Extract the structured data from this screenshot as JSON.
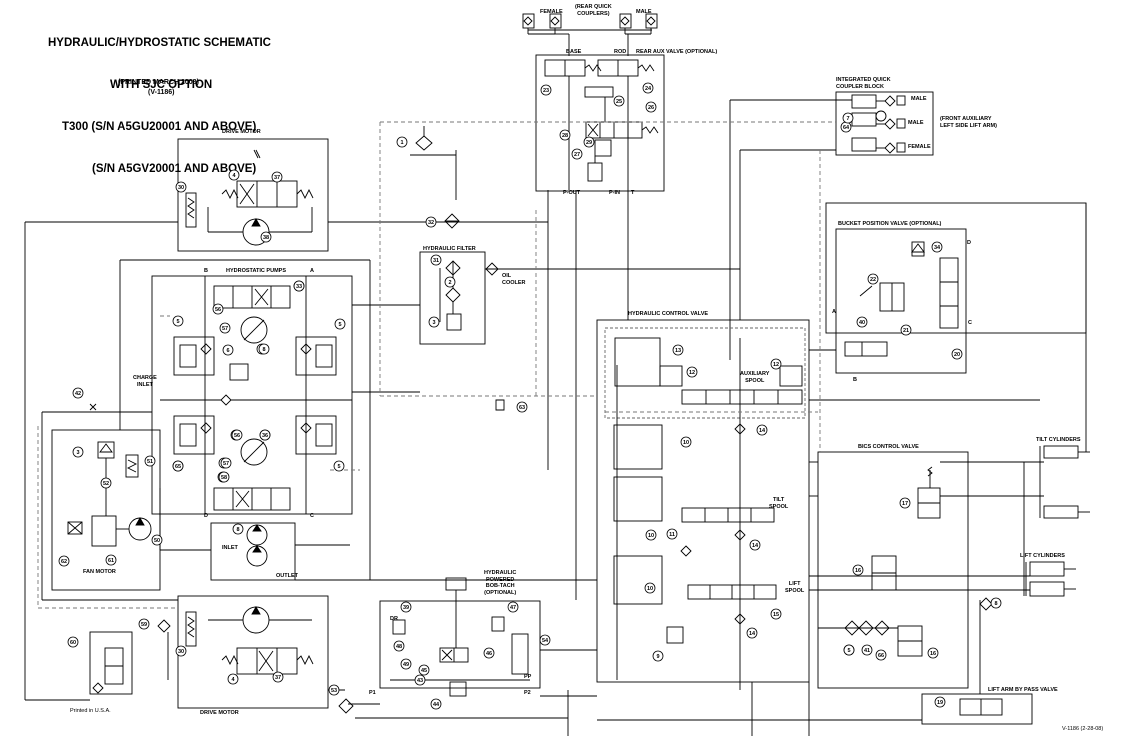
{
  "title": {
    "line1": "HYDRAULIC/HYDROSTATIC SCHEMATIC",
    "line2": "WITH SJC OPTION",
    "line3": "T300 (S/N A5GU20001 AND ABOVE)",
    "line4": "(S/N A5GV20001 AND ABOVE)"
  },
  "printed": "(PRINTED MARCH 2008)",
  "doc_code": "(V-1186)",
  "footer": {
    "left": "Printed in U.S.A.",
    "right": "V-1186 (2-28-08)"
  },
  "labels": {
    "female": "FEMALE",
    "male": "MALE",
    "rear_quick_couplers": "(REAR QUICK\nCOUPLERS)",
    "base": "BASE",
    "rod": "ROD",
    "rear_aux_valve": "REAR AUX VALVE (OPTIONAL)",
    "p_out": "P-OUT",
    "p_in": "P-IN",
    "t": "T",
    "integrated_coupler_block": "INTEGRATED QUICK\nCOUPLER BLOCK",
    "front_aux": "(FRONT AUXILIARY\nLEFT SIDE LIFT ARM)",
    "coupler_male_1": "MALE",
    "coupler_male_2": "MALE",
    "coupler_female": "FEMALE",
    "drive_motor_top": "DRIVE MOTOR",
    "drive_motor_bottom": "DRIVE MOTOR",
    "hydraulic_filter": "HYDRAULIC FILTER",
    "oil_cooler": "OIL\nCOOLER",
    "hydrostatic_pumps": "HYDROSTATIC PUMPS",
    "pump_a": "A",
    "pump_b": "B",
    "pump_c": "C",
    "pump_d": "D",
    "charge_inlet": "CHARGE\nINLET",
    "inlet": "INLET",
    "outlet": "OUTLET",
    "fan_motor": "FAN MOTOR",
    "bucket_position_valve": "BUCKET POSITION VALVE (OPTIONAL)",
    "bpv_a": "A",
    "bpv_b": "B",
    "bpv_c": "C",
    "bpv_d": "D",
    "hydraulic_control_valve": "HYDRAULIC CONTROL VALVE",
    "auxiliary_spool": "AUXILIARY\nSPOOL",
    "tilt_spool": "TILT\nSPOOL",
    "lift_spool": "LIFT\nSPOOL",
    "bics_control_valve": "BICS CONTROL VALVE",
    "tilt_cylinders": "TILT CYLINDERS",
    "lift_cylinders": "LIFT CYLINDERS",
    "bob_tach": "HYDRAULIC\nPOWERED\nBOB-TACH\n(OPTIONAL)",
    "dr": "DR",
    "pp": "PP",
    "p1": "P1",
    "p2": "P2",
    "lift_arm_bypass": "LIFT ARM BY PASS VALVE"
  },
  "callouts": [
    {
      "n": "1"
    },
    {
      "n": "2"
    },
    {
      "n": "3"
    },
    {
      "n": "3"
    },
    {
      "n": "4"
    },
    {
      "n": "4"
    },
    {
      "n": "5"
    },
    {
      "n": "5"
    },
    {
      "n": "5"
    },
    {
      "n": "5"
    },
    {
      "n": "6"
    },
    {
      "n": "8"
    },
    {
      "n": "9"
    },
    {
      "n": "10"
    },
    {
      "n": "10"
    },
    {
      "n": "10"
    },
    {
      "n": "11"
    },
    {
      "n": "12"
    },
    {
      "n": "12"
    },
    {
      "n": "13"
    },
    {
      "n": "14"
    },
    {
      "n": "14"
    },
    {
      "n": "14"
    },
    {
      "n": "15"
    },
    {
      "n": "16"
    },
    {
      "n": "16"
    },
    {
      "n": "17"
    },
    {
      "n": "19"
    },
    {
      "n": "20"
    },
    {
      "n": "21"
    },
    {
      "n": "22"
    },
    {
      "n": "23"
    },
    {
      "n": "24"
    },
    {
      "n": "25"
    },
    {
      "n": "26"
    },
    {
      "n": "27"
    },
    {
      "n": "28"
    },
    {
      "n": "29"
    },
    {
      "n": "30"
    },
    {
      "n": "30"
    },
    {
      "n": "31"
    },
    {
      "n": "32"
    },
    {
      "n": "33"
    },
    {
      "n": "34"
    },
    {
      "n": "35"
    },
    {
      "n": "36"
    },
    {
      "n": "37"
    },
    {
      "n": "37"
    },
    {
      "n": "38"
    },
    {
      "n": "39"
    },
    {
      "n": "40"
    },
    {
      "n": "41"
    },
    {
      "n": "42"
    },
    {
      "n": "43"
    },
    {
      "n": "44"
    },
    {
      "n": "45"
    },
    {
      "n": "46"
    },
    {
      "n": "47"
    },
    {
      "n": "48"
    },
    {
      "n": "49"
    },
    {
      "n": "50"
    },
    {
      "n": "51"
    },
    {
      "n": "52"
    },
    {
      "n": "53"
    },
    {
      "n": "54"
    },
    {
      "n": "55"
    },
    {
      "n": "56"
    },
    {
      "n": "57"
    },
    {
      "n": "58"
    },
    {
      "n": "59"
    },
    {
      "n": "60"
    },
    {
      "n": "61"
    },
    {
      "n": "62"
    },
    {
      "n": "63"
    },
    {
      "n": "64"
    },
    {
      "n": "65"
    },
    {
      "n": "66"
    },
    {
      "n": "7"
    },
    {
      "n": "8"
    },
    {
      "n": "8"
    },
    {
      "n": "36"
    },
    {
      "n": "38"
    },
    {
      "n": "56"
    },
    {
      "n": "57"
    },
    {
      "n": "58"
    },
    {
      "n": "65"
    },
    {
      "n": "5"
    },
    {
      "n": "33"
    },
    {
      "n": "35"
    }
  ]
}
